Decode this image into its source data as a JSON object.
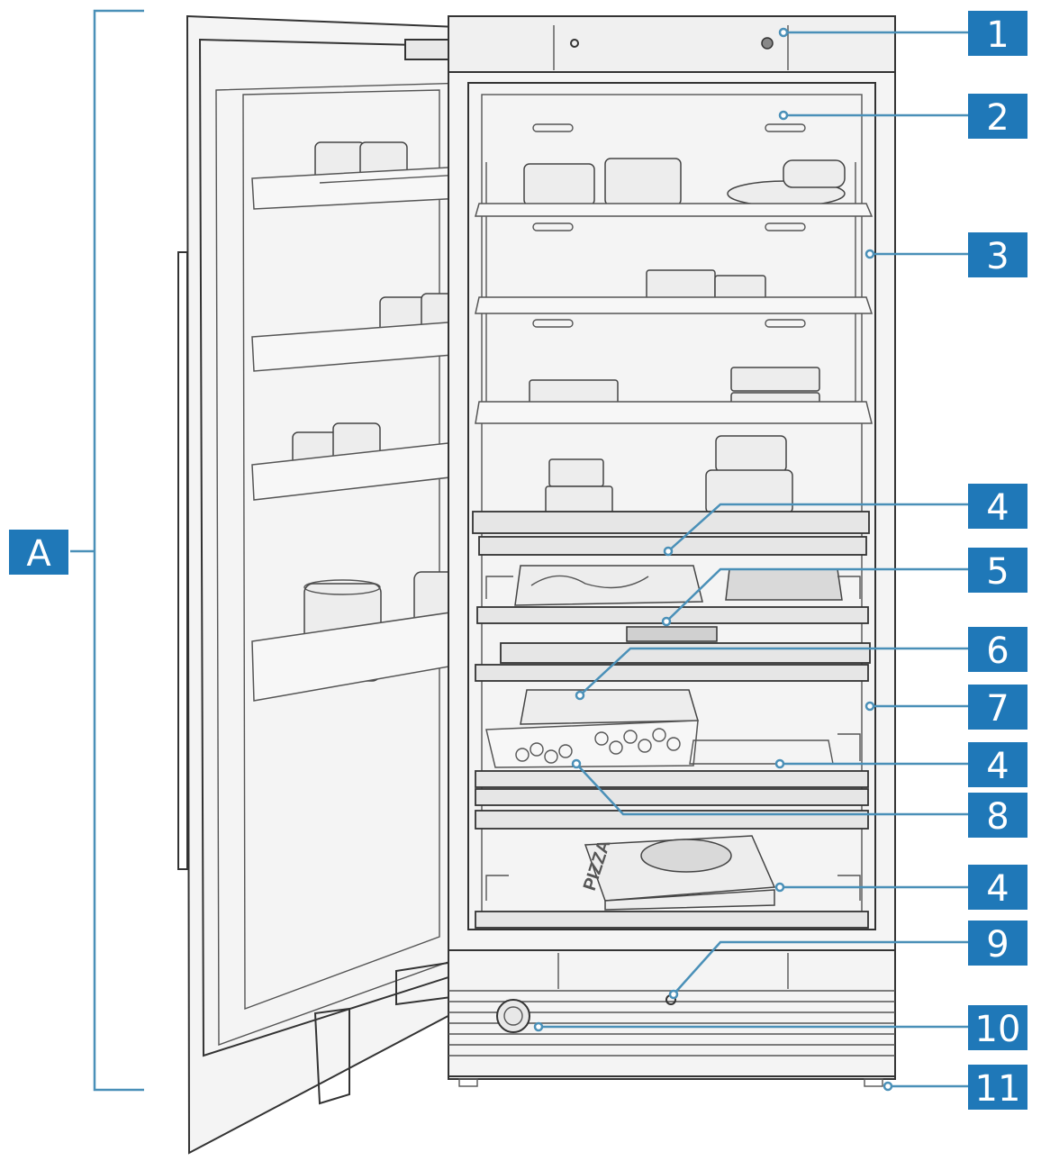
{
  "diagram": {
    "bracket_label": "A",
    "callouts": [
      {
        "id": "callout-1",
        "label": "1"
      },
      {
        "id": "callout-2",
        "label": "2"
      },
      {
        "id": "callout-3",
        "label": "3"
      },
      {
        "id": "callout-4a",
        "label": "4"
      },
      {
        "id": "callout-5",
        "label": "5"
      },
      {
        "id": "callout-6",
        "label": "6"
      },
      {
        "id": "callout-7",
        "label": "7"
      },
      {
        "id": "callout-4b",
        "label": "4"
      },
      {
        "id": "callout-8",
        "label": "8"
      },
      {
        "id": "callout-4c",
        "label": "4"
      },
      {
        "id": "callout-9",
        "label": "9"
      },
      {
        "id": "callout-10",
        "label": "10"
      },
      {
        "id": "callout-11",
        "label": "11"
      }
    ],
    "illustration_text": {
      "pizza_box": "PIZZA"
    },
    "colors": {
      "badge": "#1f78b8",
      "leader": "#4a90b8",
      "ink": "#333333"
    }
  }
}
